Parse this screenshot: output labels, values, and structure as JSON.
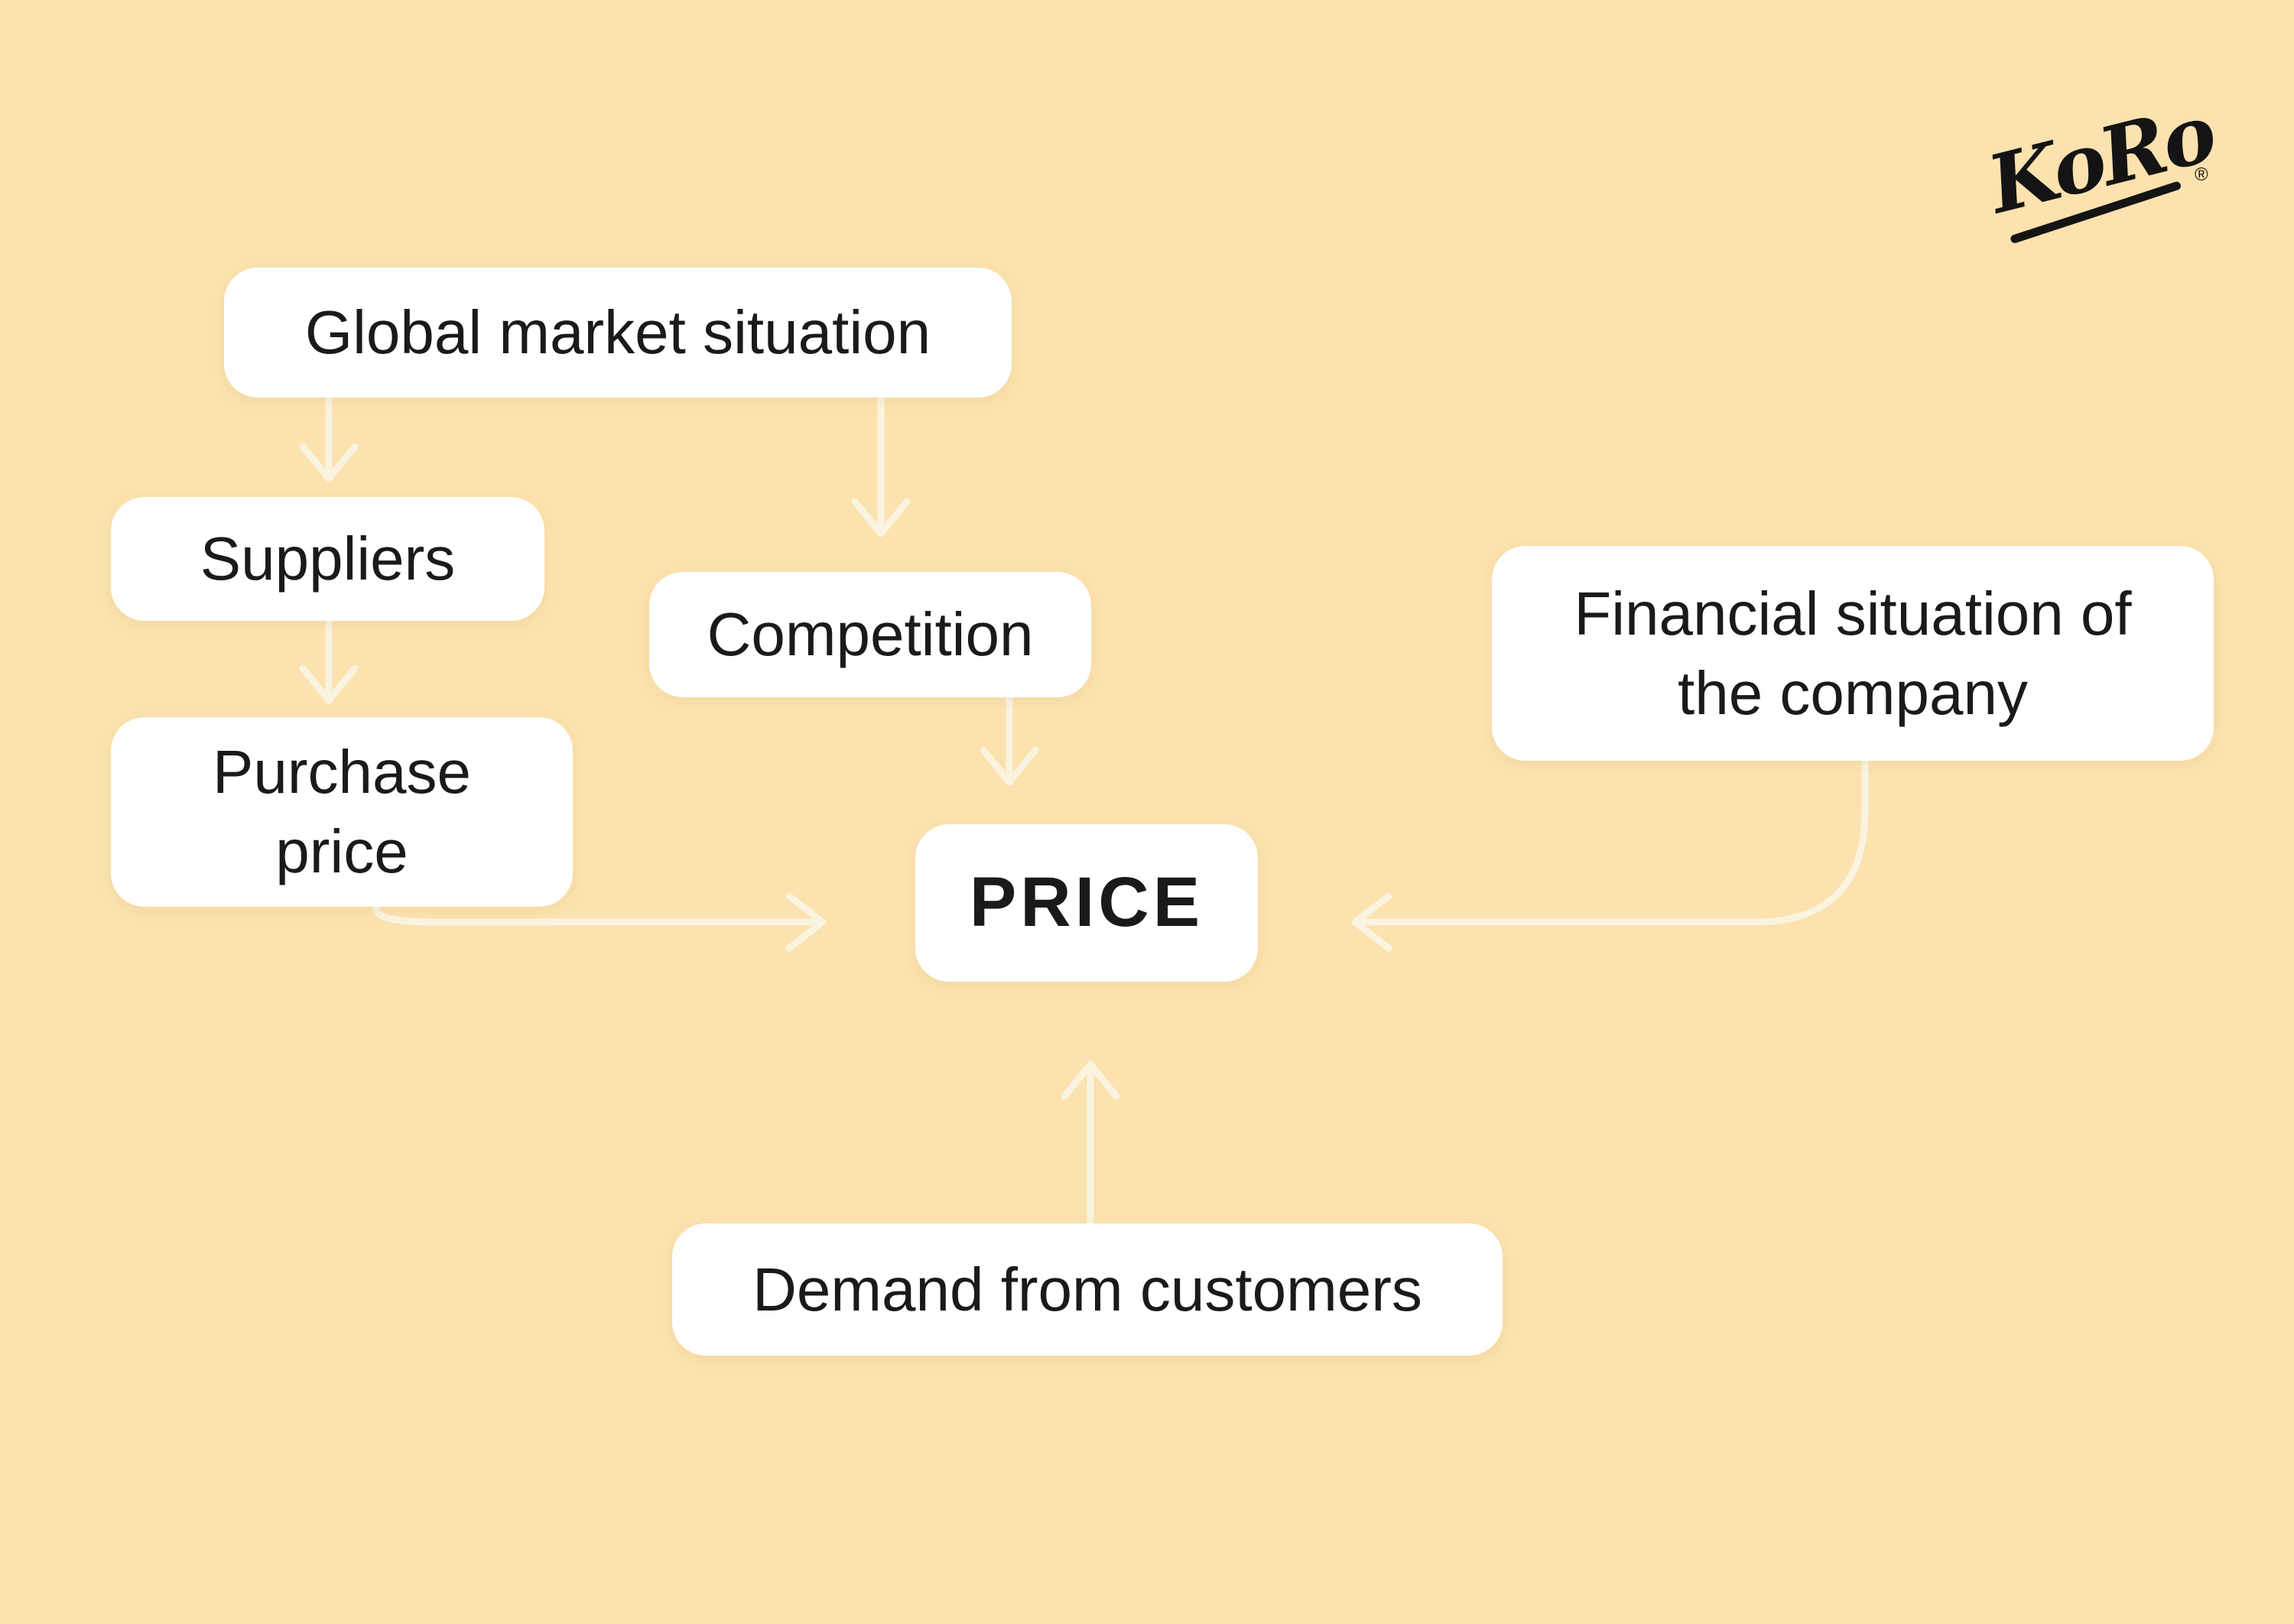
{
  "logo": {
    "brand": "KoRo",
    "registered_mark": "®"
  },
  "diagram": {
    "title_node": "PRICE",
    "nodes": [
      {
        "id": "global",
        "label": "Global market situation"
      },
      {
        "id": "suppliers",
        "label": "Suppliers"
      },
      {
        "id": "purchase",
        "label": "Purchase price"
      },
      {
        "id": "competition",
        "label": "Competition"
      },
      {
        "id": "price",
        "label": "PRICE"
      },
      {
        "id": "financial",
        "label": "Financial situation of the company"
      },
      {
        "id": "demand",
        "label": "Demand from customers"
      }
    ],
    "edges": [
      {
        "from": "global",
        "to": "suppliers"
      },
      {
        "from": "global",
        "to": "competition"
      },
      {
        "from": "suppliers",
        "to": "purchase"
      },
      {
        "from": "competition",
        "to": "price"
      },
      {
        "from": "purchase",
        "to": "price"
      },
      {
        "from": "financial",
        "to": "price"
      },
      {
        "from": "demand",
        "to": "price"
      }
    ],
    "colors": {
      "background": "#FBE2AE",
      "node_bg": "#FFFFFF",
      "text": "#1A1A1A",
      "arrow": "#FAF3DF",
      "logo": "#141414"
    }
  }
}
